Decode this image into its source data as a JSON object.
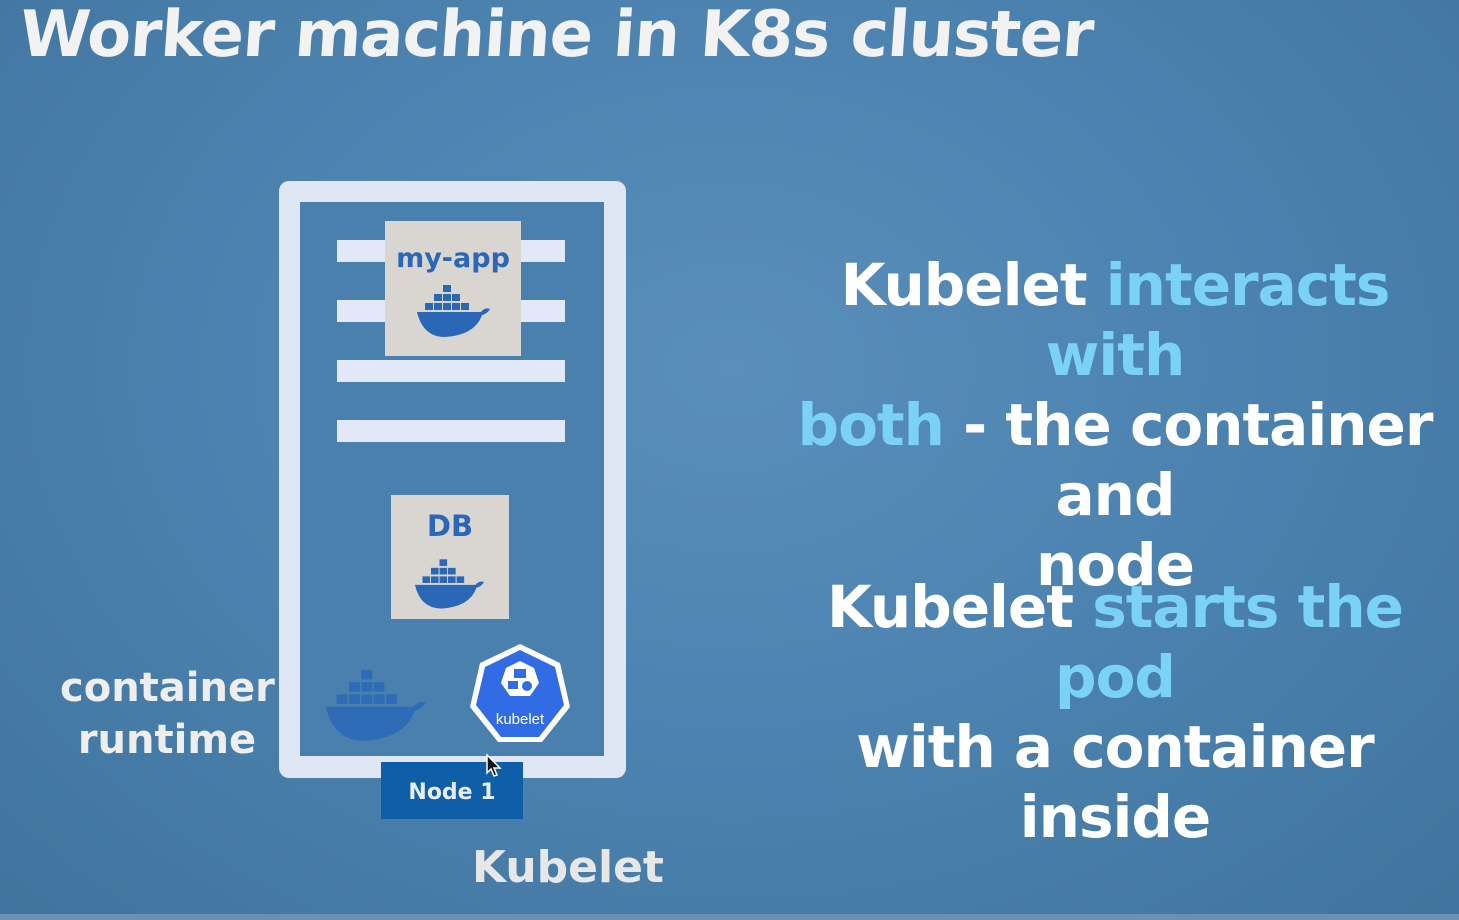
{
  "title": "Worker machine in K8s cluster",
  "node": {
    "label": "Node 1",
    "containers": [
      {
        "name": "my-app",
        "icon": "docker-whale-icon"
      },
      {
        "name": "DB",
        "icon": "docker-whale-icon"
      }
    ],
    "runtime_icon": "docker-whale-icon",
    "kubelet_icon_label": "kubelet"
  },
  "runtime_label": {
    "line1": "container",
    "line2": "runtime"
  },
  "kubelet_caption": "Kubelet",
  "statement1": {
    "p1": "Kubelet ",
    "hl1": "interacts with",
    "hl2": "both",
    "p2": " - the container and",
    "p3": "node"
  },
  "statement2": {
    "p1": "Kubelet ",
    "hl1": "starts the pod",
    "p2": "with a container inside"
  },
  "colors": {
    "background": "#4d83b0",
    "highlight": "#7ad3f7",
    "docker_blue": "#2a67b7",
    "node_tag": "#0f5ea8"
  }
}
